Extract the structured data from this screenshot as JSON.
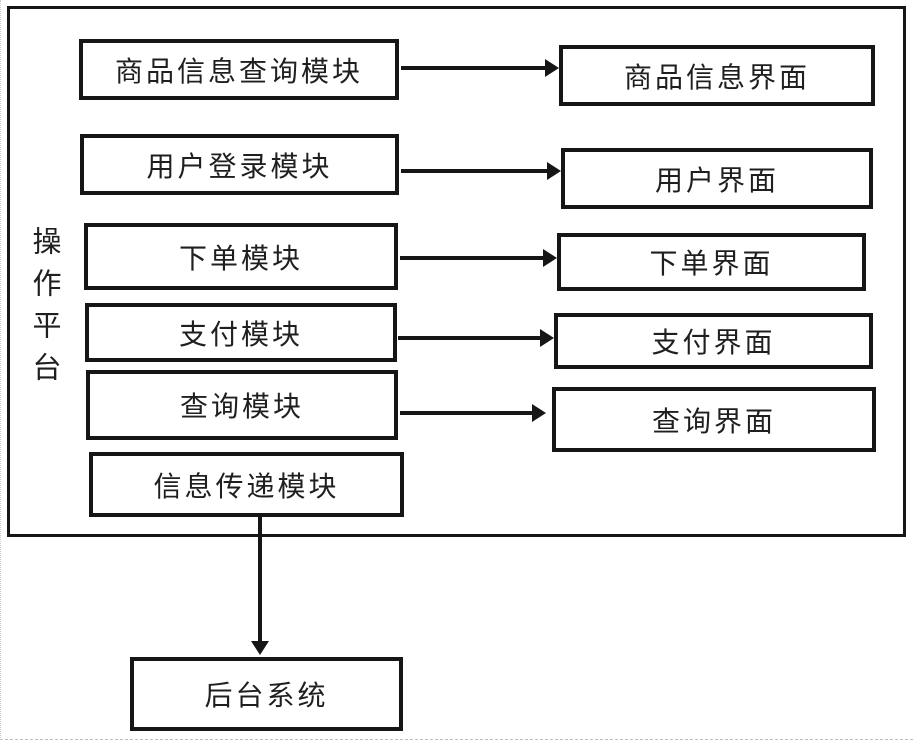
{
  "diagram": {
    "platform_label": "操作平台",
    "modules": [
      {
        "label": "商品信息查询模块"
      },
      {
        "label": "用户登录模块"
      },
      {
        "label": "下单模块"
      },
      {
        "label": "支付模块"
      },
      {
        "label": "查询模块"
      },
      {
        "label": "信息传递模块"
      }
    ],
    "interfaces": [
      {
        "label": "商品信息界面"
      },
      {
        "label": "用户界面"
      },
      {
        "label": "下单界面"
      },
      {
        "label": "支付界面"
      },
      {
        "label": "查询界面"
      }
    ],
    "backend_label": "后台系统",
    "colors": {
      "line": "#161616",
      "background": "#ffffff"
    }
  }
}
